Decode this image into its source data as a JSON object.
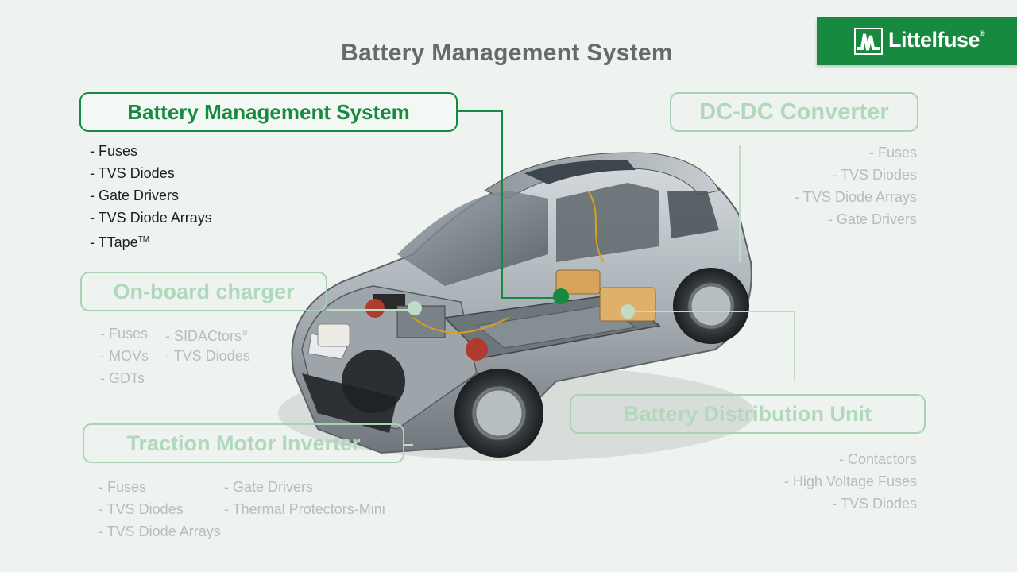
{
  "title": "Battery Management System",
  "brand": {
    "name": "Littelfuse",
    "reg_mark": "®",
    "color": "#178a3f"
  },
  "accent_color": "#178a3f",
  "callouts": {
    "bms": {
      "label": "Battery Management System",
      "active": true,
      "items": [
        "- Fuses",
        "- TVS Diodes",
        "- Gate Drivers",
        "- TVS Diode Arrays",
        "- TTape"
      ],
      "tm": "TM"
    },
    "dcdc": {
      "label": "DC-DC Converter",
      "items": [
        "- Fuses",
        "- TVS Diodes",
        "- TVS Diode Arrays",
        "- Gate Drivers"
      ]
    },
    "obc": {
      "label": "On-board charger",
      "items_col1": [
        "- Fuses",
        "- MOVs",
        "- GDTs"
      ],
      "items_col2": [
        "- SIDACtors",
        "- TVS Diodes"
      ],
      "reg": "®"
    },
    "tmi": {
      "label": "Traction Motor Inverter",
      "items_col1": [
        "- Fuses",
        "- TVS Diodes",
        "- TVS Diode Arrays"
      ],
      "items_col2": [
        "- Gate Drivers",
        "- Thermal Protectors-Mini"
      ]
    },
    "bdu": {
      "label": "Battery Distribution Unit",
      "items": [
        "- Contactors",
        "- High Voltage Fuses",
        "- TVS Diodes"
      ]
    }
  }
}
